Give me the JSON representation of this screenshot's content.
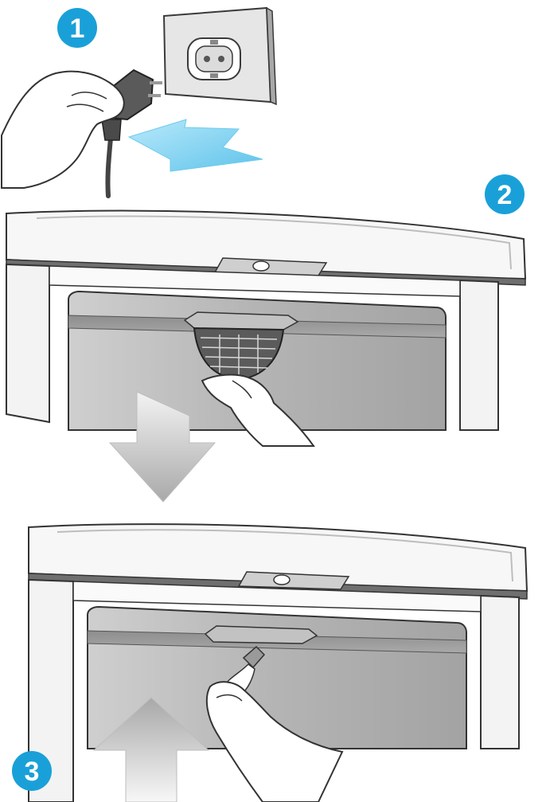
{
  "steps": [
    {
      "number": "1",
      "action": "unplug-appliance"
    },
    {
      "number": "2",
      "action": "remove-lamp-cover"
    },
    {
      "number": "3",
      "action": "replace-light-bulb"
    }
  ],
  "colors": {
    "badge": "#1aa0d8",
    "arrow_blue": "#8fd6f2",
    "outline": "#3a3a3a",
    "cabinet": "#f6f6f6",
    "interior": "#b9b9b9",
    "shadow": "#8c8c8c"
  }
}
